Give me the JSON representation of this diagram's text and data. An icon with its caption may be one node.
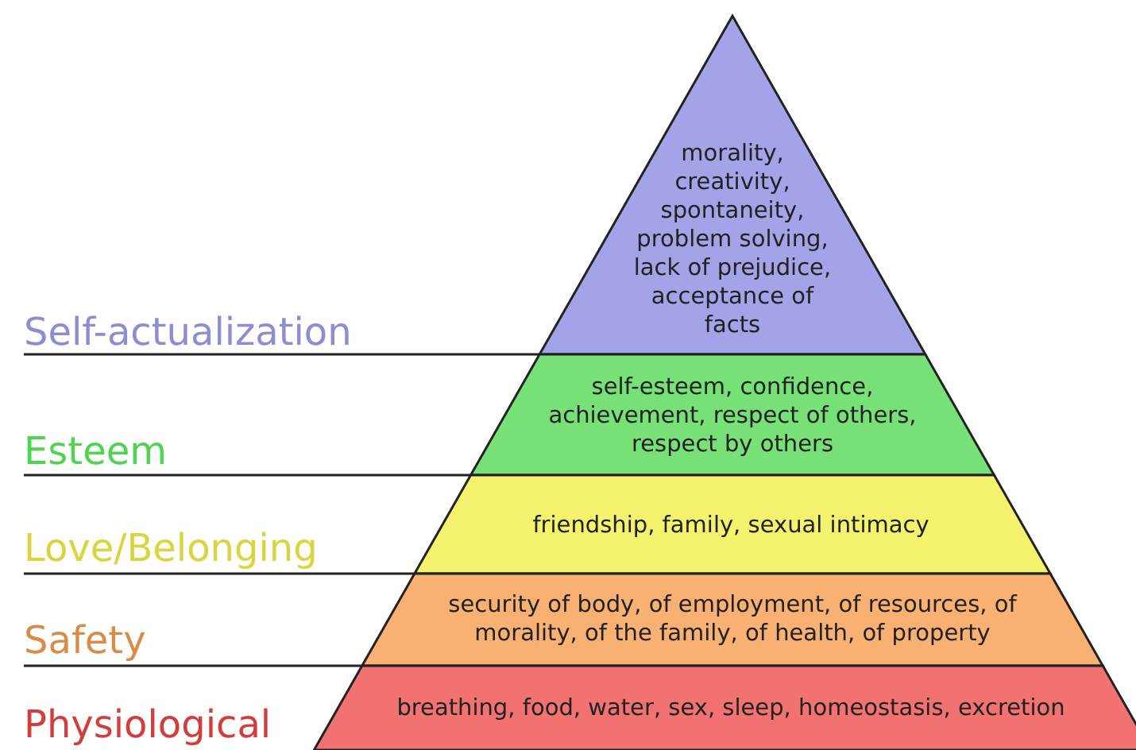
{
  "diagram": {
    "nodes": [
      {
        "text": [
          "Self-actualization",
          "morality, creativity, spontaneity, problem solving, lack of prejudice, acceptance of facts"
        ]
      },
      {
        "text": [
          "Esteem",
          "self-esteem, confidence, achievement, respect of others, respect by others"
        ]
      },
      {
        "text": [
          "Love/Belonging",
          "friendship, family, sexual intimacy"
        ]
      },
      {
        "text": [
          "Safety",
          "security of body, of employment, of resources, of morality, of the family, of health, of property"
        ]
      },
      {
        "text": [
          "Physiological",
          "breathing, food, water, sex, sleep, homeostasis, excretion"
        ]
      }
    ]
  }
}
